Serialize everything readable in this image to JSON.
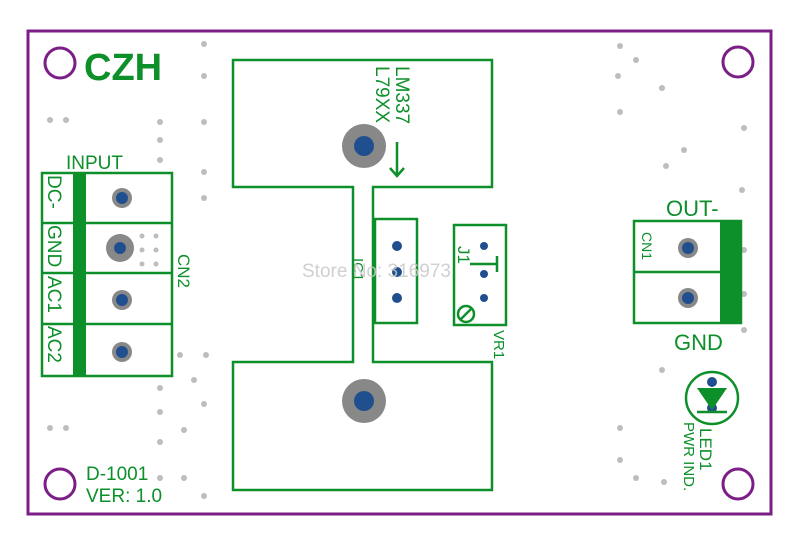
{
  "brand": "CZH",
  "board": {
    "part": "D-1001",
    "version": "VER: 1.0"
  },
  "regulator": {
    "line1": "LM337",
    "line2": "L79XX",
    "ref": "IC1"
  },
  "trimmer": {
    "ref": "J1",
    "ref2": "VR1"
  },
  "input": {
    "title": "INPUT",
    "ref": "CN2",
    "pins": [
      "DC-",
      "GND",
      "AC1",
      "AC2"
    ]
  },
  "output": {
    "title": "OUT-",
    "ref": "CN1",
    "gnd": "GND"
  },
  "led": {
    "ref": "LED1",
    "desc": "PWR IND."
  },
  "watermark": "Store No: 316973",
  "colors": {
    "outline": "#7b1f86",
    "silkscreen": "#0d8f2a",
    "via": "#1f4f8f",
    "pad_ring": "#888888"
  }
}
